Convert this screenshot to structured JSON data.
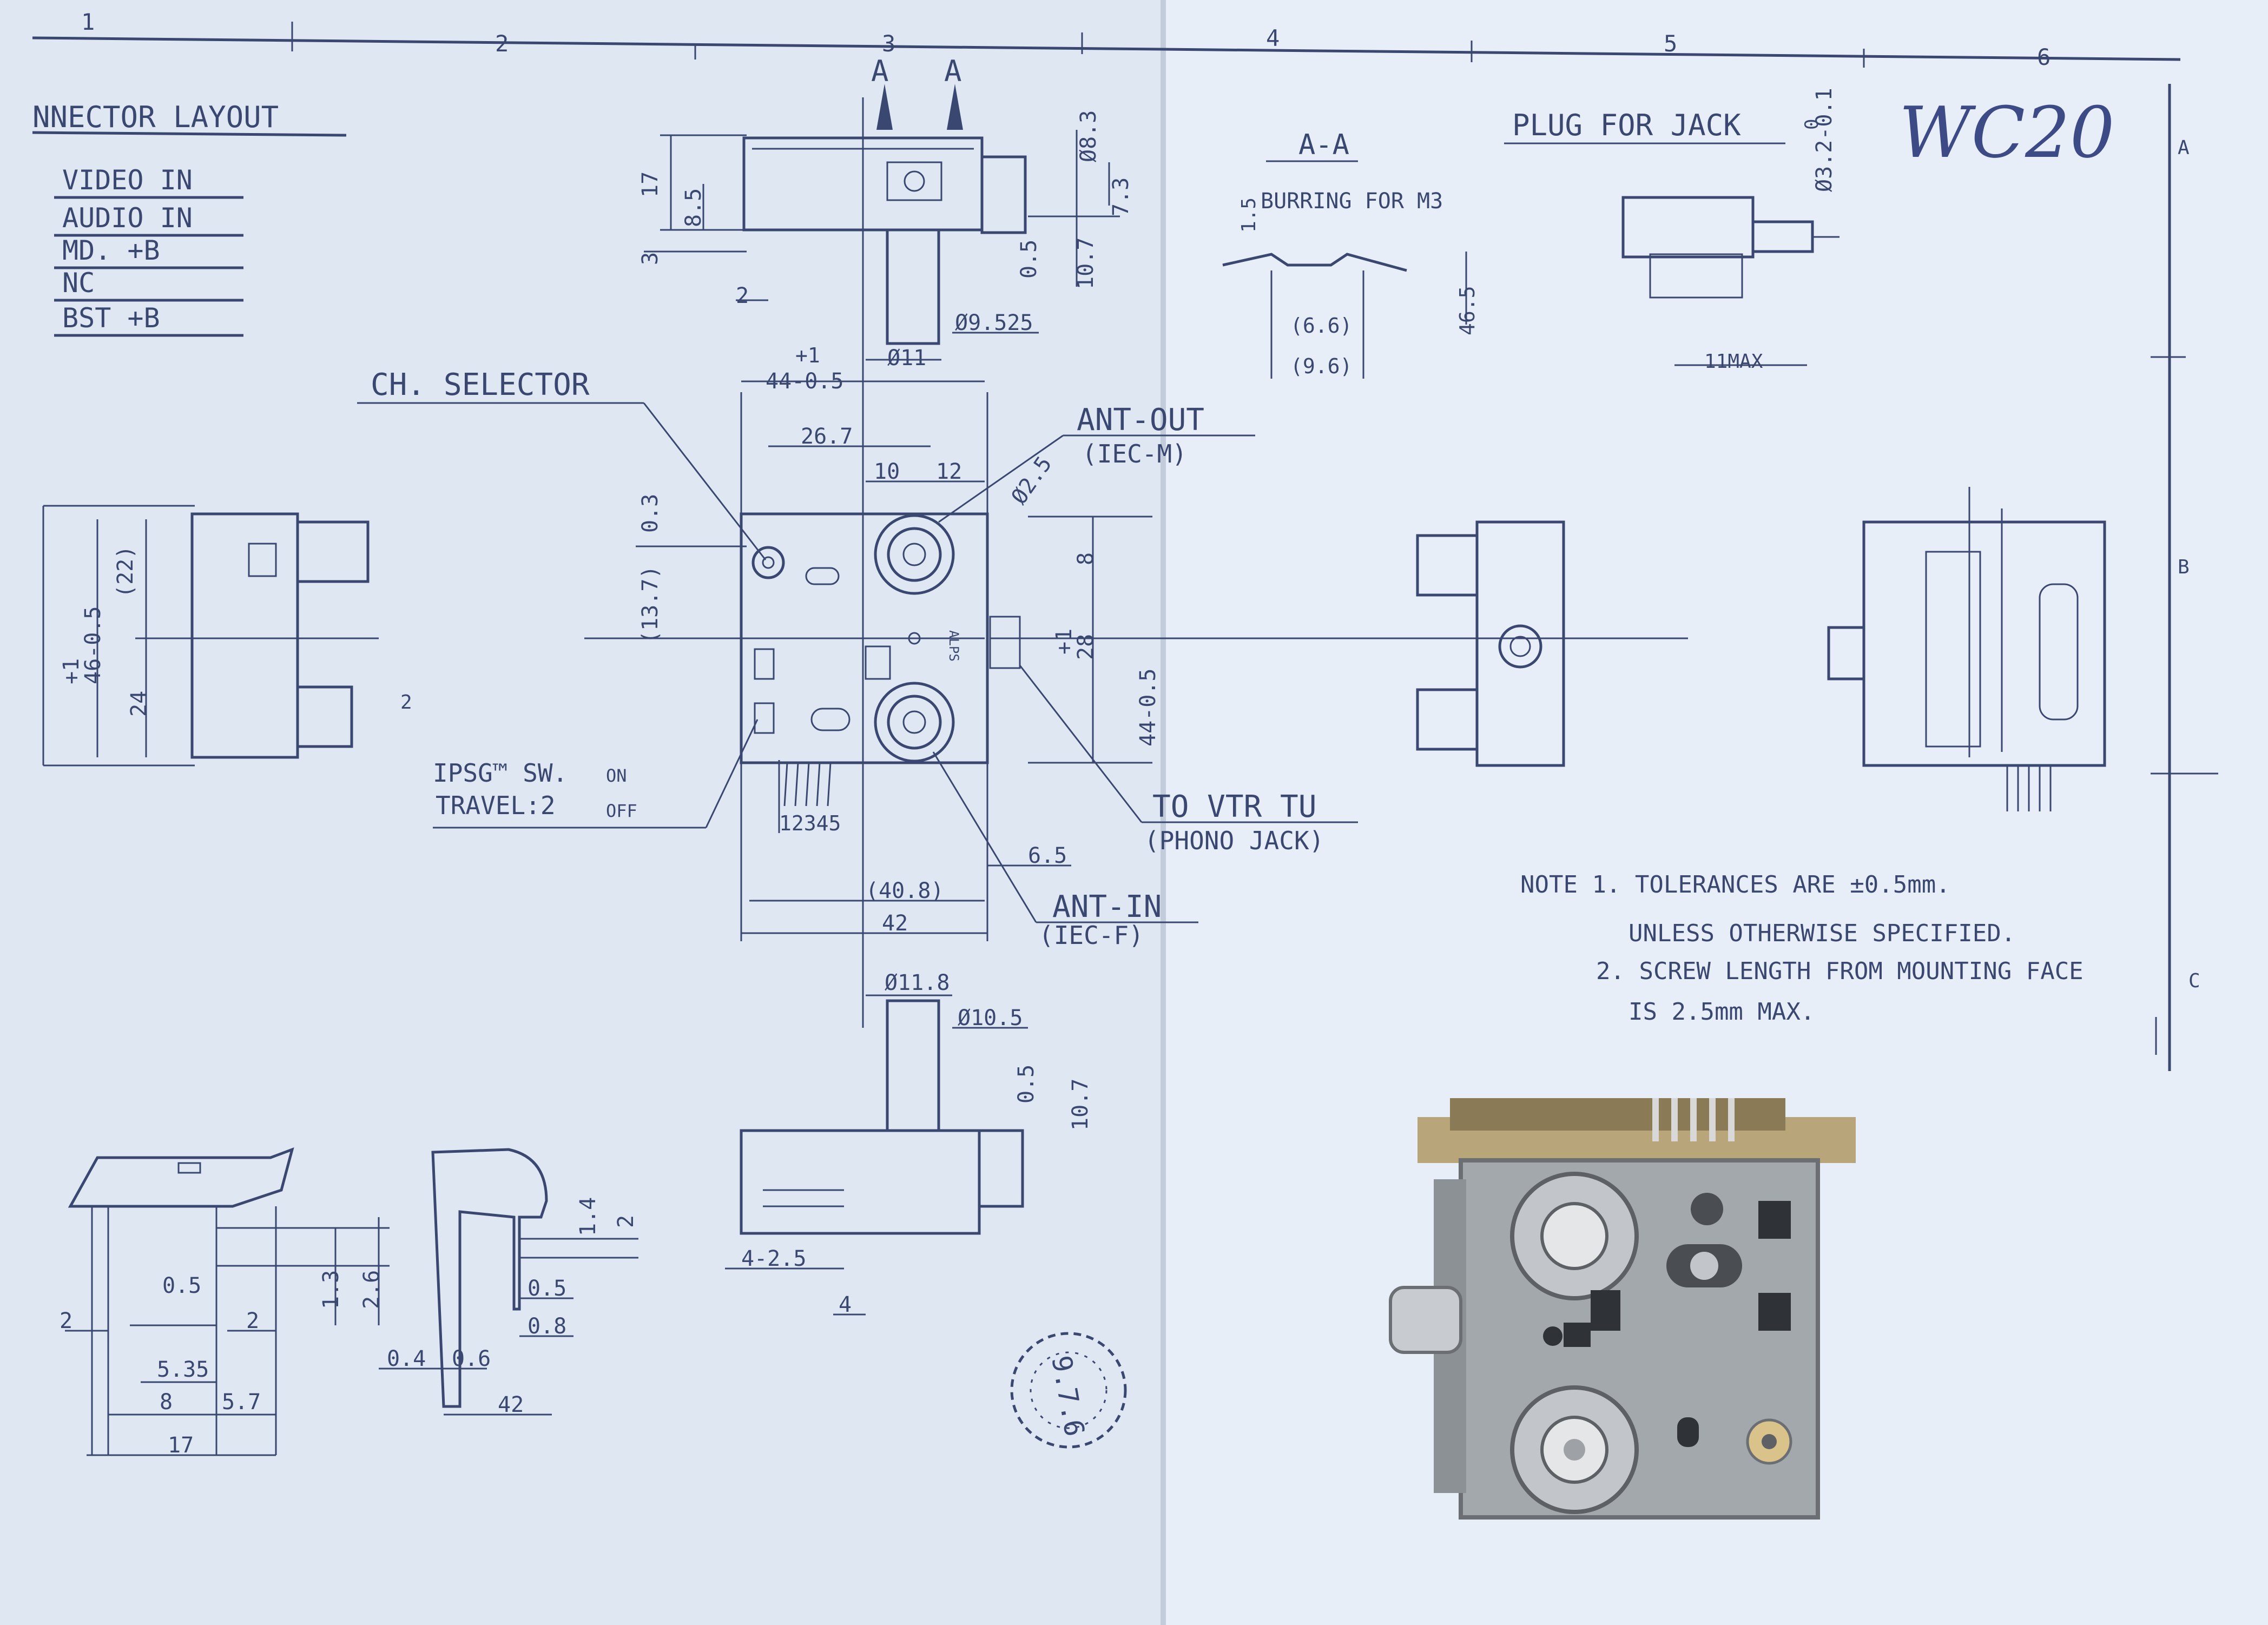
{
  "sheet": {
    "zone_columns": [
      "1",
      "2",
      "3",
      "4",
      "5",
      "6"
    ],
    "zone_rows": [
      "A",
      "B",
      "C"
    ],
    "handwritten_label": "WC20",
    "colors": {
      "paper": "#dfe7f3",
      "ink": "#3a4770",
      "photo_metal": "#a3a8ad"
    }
  },
  "connector_layout": {
    "title": "NNECTOR LAYOUT",
    "pins": [
      "VIDEO IN",
      "AUDIO IN",
      "MD. +B",
      "NC",
      "BST +B"
    ]
  },
  "section_mark": "A",
  "section_aa": {
    "title": "A-A",
    "note": "BURRING FOR M3",
    "dims": [
      "1.5",
      "(6.6)",
      "(9.6)",
      "46.5"
    ]
  },
  "plug_for_jack": {
    "title": "PLUG FOR JACK",
    "dims": [
      "Ø3.2-0.1",
      "0",
      "11MAX"
    ]
  },
  "callouts": {
    "ch_selector": "CH. SELECTOR",
    "ant_out": "ANT-OUT",
    "ant_out_sub": "(IEC-M)",
    "ant_in": "ANT-IN",
    "ant_in_sub": "(IEC-F)",
    "to_vtr": "TO VTR TU",
    "to_vtr_sub": "(PHONO JACK)",
    "ipsg": "IPSG™ SW.",
    "ipsg_on": "ON",
    "travel": "TRAVEL:2",
    "travel_off": "OFF",
    "pin_numbers": "12345",
    "brand": "ALPS"
  },
  "dimensions": {
    "top_view": [
      "17",
      "8.5",
      "3",
      "2",
      "Ø8.3",
      "7.3",
      "0.5",
      "10.7",
      "Ø9.525",
      "Ø11"
    ],
    "front_view": [
      "+1",
      "44-0.5",
      "26.7",
      "10",
      "12",
      "Ø2.5",
      "(13.7)",
      "0.3",
      "8",
      "28",
      "+1",
      "44-0.5",
      "6.5",
      "(40.8)",
      "42"
    ],
    "left_view": [
      "+1",
      "46-0.5",
      "(22)",
      "24",
      "2"
    ],
    "bottom_view": [
      "Ø11.8",
      "Ø10.5",
      "0.5",
      "10.7",
      "4-2.5",
      "4"
    ],
    "pin_detail_left": [
      "2",
      "0.5",
      "2",
      "5.35",
      "8",
      "5.7",
      "17",
      "1.3",
      "2.6"
    ],
    "pin_detail_right": [
      "1.4",
      "2",
      "0.5",
      "0.8",
      "0.4",
      "0.6",
      "42"
    ]
  },
  "notes": {
    "n1": "NOTE 1. TOLERANCES ARE ±0.5mm.",
    "n1b": "UNLESS OTHERWISE SPECIFIED.",
    "n2": "2. SCREW LENGTH FROM MOUNTING FACE",
    "n2b": "IS 2.5mm MAX."
  },
  "stamp": {
    "text": "9.7.6"
  }
}
